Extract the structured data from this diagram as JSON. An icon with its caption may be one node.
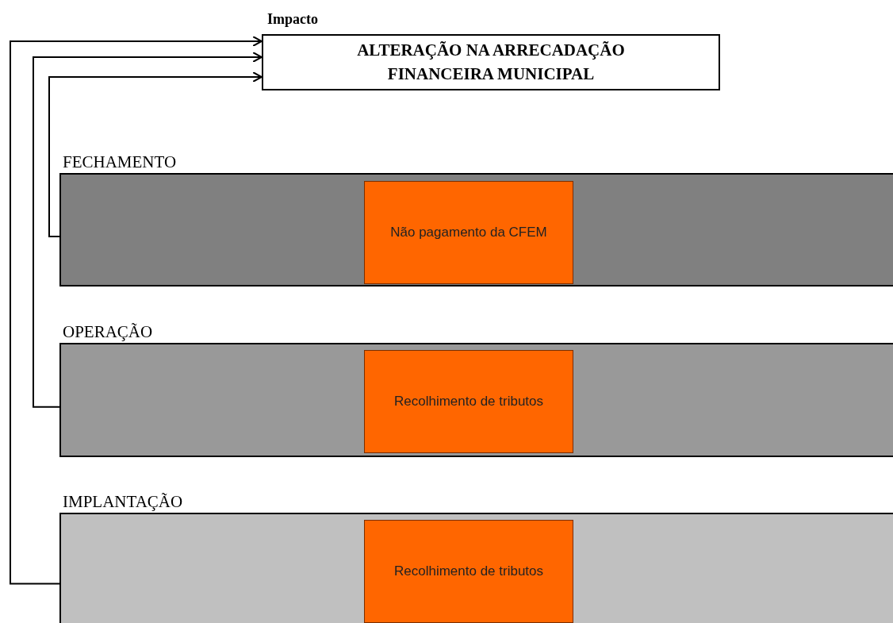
{
  "diagram": {
    "nodes": [
      {
        "text": [
          "Impacto",
          "ALTERAÇÃO NA ARRECADAÇÃO FINANCEIRA MUNICIPAL"
        ]
      },
      {
        "text": [
          "FECHAMENTO"
        ]
      },
      {
        "text": [
          "Não pagamento da CFEM"
        ],
        "in": 1
      },
      {
        "text": [
          "OPERAÇÃO"
        ]
      },
      {
        "text": [
          "Recolhimento de tributos"
        ],
        "in": 3
      },
      {
        "text": [
          "IMPLANTAÇÃO"
        ]
      },
      {
        "text": [
          "Recolhimento de tributos"
        ],
        "in": 5
      }
    ],
    "edges": [
      {
        "from": 1,
        "to": 0,
        "arrow": "to"
      },
      {
        "from": 3,
        "to": 0,
        "arrow": "to"
      },
      {
        "from": 5,
        "to": 0,
        "arrow": "to"
      }
    ]
  }
}
